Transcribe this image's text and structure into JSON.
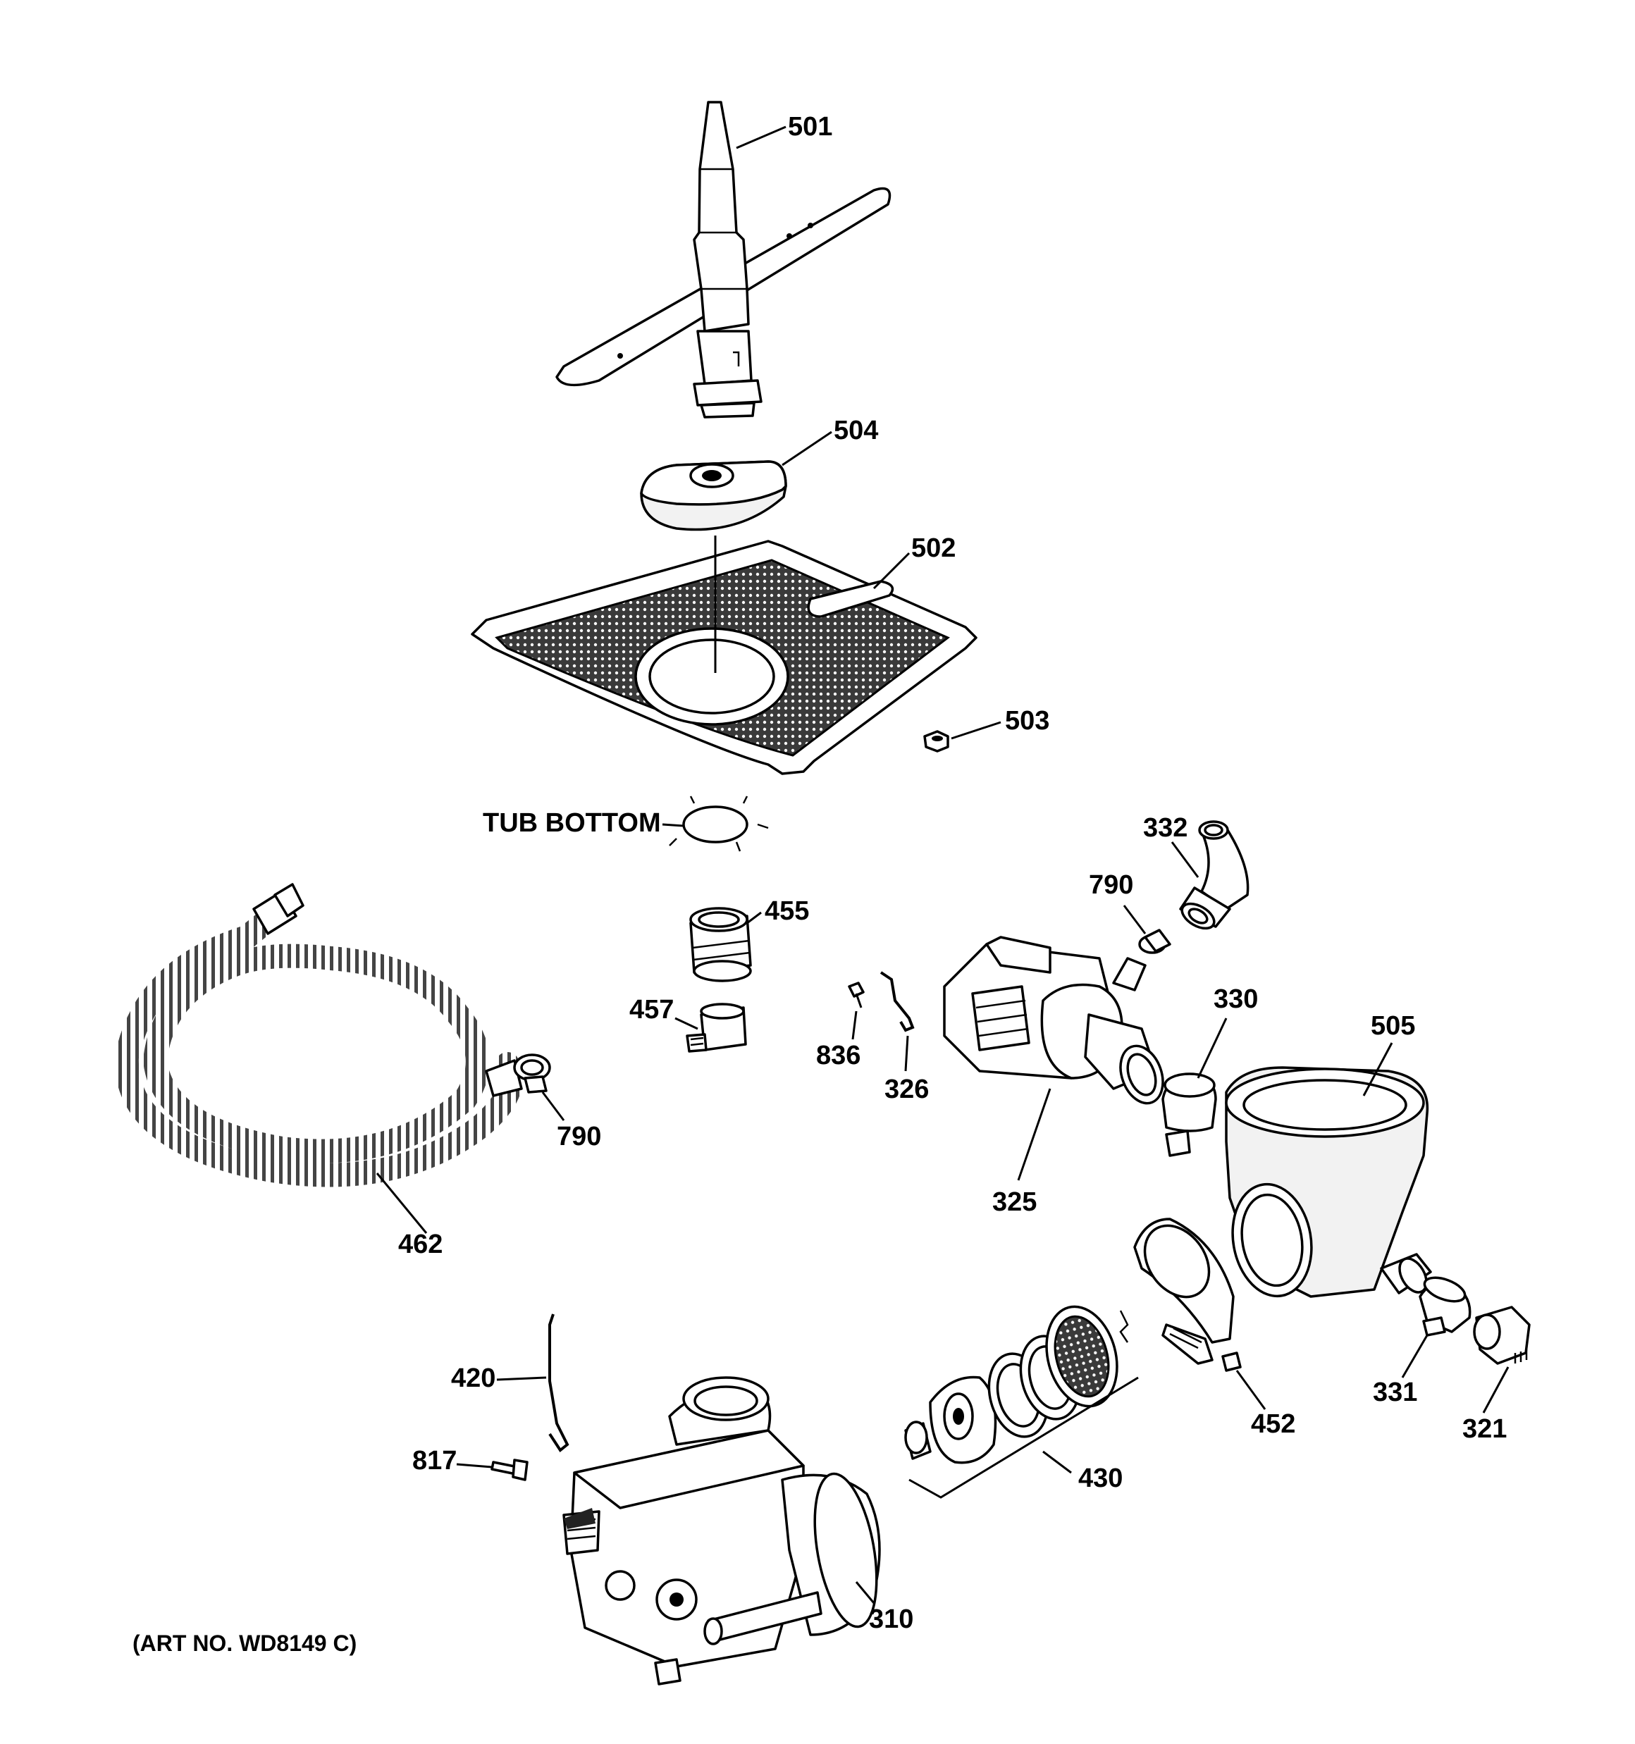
{
  "labels": {
    "p501": "501",
    "p504": "504",
    "p502": "502",
    "p503": "503",
    "tub_bottom": "TUB BOTTOM",
    "p332": "332",
    "p790a": "790",
    "p455": "455",
    "p457": "457",
    "p836": "836",
    "p326": "326",
    "p330": "330",
    "p505": "505",
    "p790b": "790",
    "p462": "462",
    "p325": "325",
    "p420": "420",
    "p817": "817",
    "p430": "430",
    "p452": "452",
    "p331": "331",
    "p321": "321",
    "p310": "310",
    "art_no": "(ART NO. WD8149 C)"
  }
}
